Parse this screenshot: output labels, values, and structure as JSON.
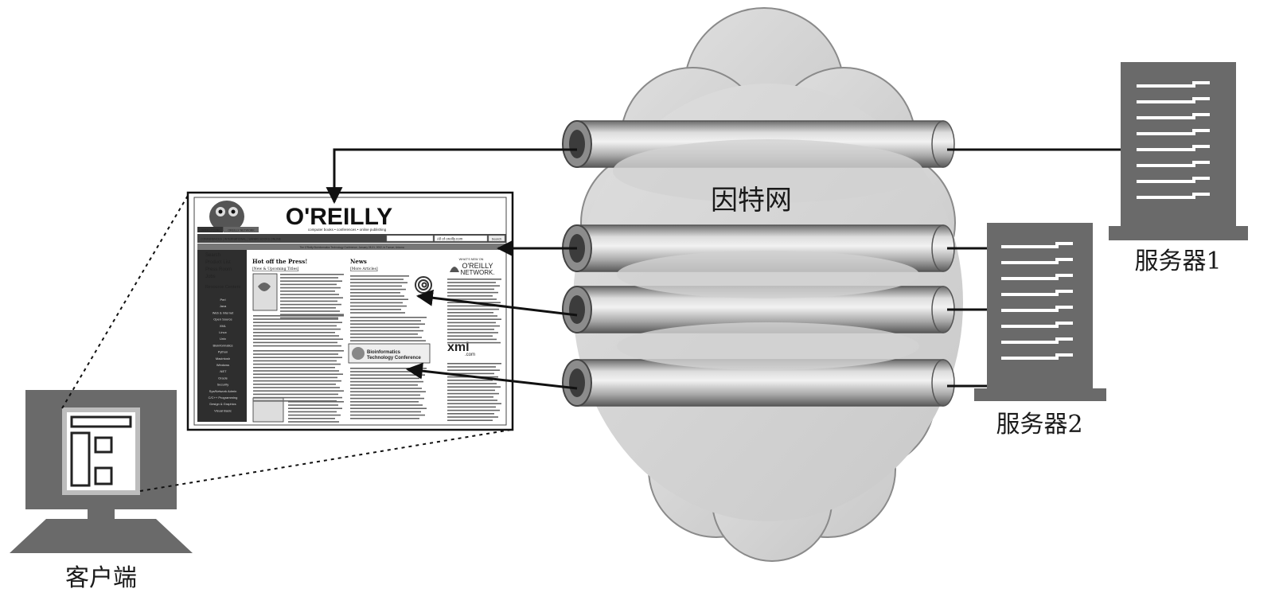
{
  "labels": {
    "internet": "因特网",
    "server1": "服务器1",
    "server2": "服务器2",
    "client": "客户端"
  },
  "webpage": {
    "brand": "O'REILLY",
    "tagline": "computer books • conferences • online publishing",
    "tab1": "OREILLY.COM",
    "tab2": "OREILLY NETWORK",
    "topnav": "CONFERENCES | INTERNATIONAL | SAFARI: BOOKS ONLINE",
    "search_select": "All of oreilly.com",
    "search_button": "Search",
    "banner": "The O'Reilly Bioinformatics Technology Conference, January 28-31, 2002, in Tucson, Arizona",
    "sidebar_links": [
      "Search",
      "Product List",
      "Press Room",
      "Jobs"
    ],
    "resource_title": "Resource Centers",
    "resource_items": [
      "Perl",
      "Java",
      "Web & Internet",
      "Open Source",
      "XML",
      "Linux",
      "Unix",
      "Bioinformatics",
      "Python",
      "Macintosh",
      "Windows",
      ".NET",
      "Oracle",
      "Security",
      "Sys/Network Admin",
      "C/C++ Programming",
      "Design & Graphics",
      "Visual Basic"
    ],
    "col1_heading": "Hot off the Press!",
    "col1_sub": "[New & Upcoming Titles]",
    "col2_heading": "News",
    "col2_sub": "[More Articles]",
    "network_whats_new": "WHAT'S NEW ON",
    "network_brand": "O'REILLY",
    "network_word": "NETWORK.",
    "conf_title_1": "Bioinformatics",
    "conf_title_2": "Technology Conference",
    "xml_badge": "xml",
    "xml_badge_suffix": ".com"
  }
}
